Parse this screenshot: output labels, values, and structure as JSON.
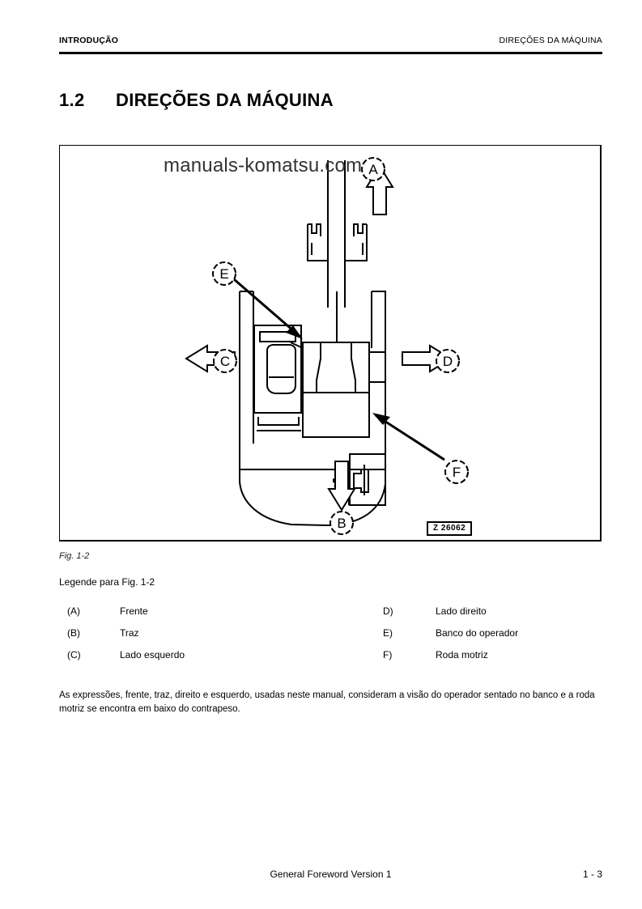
{
  "header": {
    "left": "INTRODUÇÃO",
    "right": "DIREÇÕES DA MÁQUINA"
  },
  "title": {
    "number": "1.2",
    "text": "DIREÇÕES DA MÁQUINA"
  },
  "figure": {
    "watermark": "manuals-komatsu.com",
    "figure_id": "Z 26062",
    "caption": "Fig. 1-2",
    "callouts": [
      {
        "label": "A",
        "meaning": "arrow-up-front"
      },
      {
        "label": "B",
        "meaning": "arrow-down-rear"
      },
      {
        "label": "C",
        "meaning": "arrow-left-side"
      },
      {
        "label": "D",
        "meaning": "arrow-right-side"
      },
      {
        "label": "E",
        "meaning": "leader-operator-seat"
      },
      {
        "label": "F",
        "meaning": "leader-drive-wheel"
      }
    ]
  },
  "legend": {
    "title": "Legende para Fig. 1-2",
    "left_column": [
      {
        "key": "(A)",
        "value": "Frente"
      },
      {
        "key": "(B)",
        "value": "Traz"
      },
      {
        "key": "(C)",
        "value": "Lado esquerdo"
      }
    ],
    "right_column": [
      {
        "key": "D)",
        "value": "Lado direito"
      },
      {
        "key": "E)",
        "value": "Banco do operador"
      },
      {
        "key": "F)",
        "value": "Roda motriz"
      }
    ]
  },
  "body": {
    "paragraph": "As expressões, frente, traz, direito e esquerdo, usadas neste manual, consideram a visão do operador sentado no banco e a roda motriz se encontra em baixo do contrapeso."
  },
  "footer": {
    "center": "General Foreword Version 1",
    "page": "1 - 3"
  },
  "colors": {
    "ink": "#000000",
    "paper": "#ffffff",
    "watermark": "#333333"
  }
}
